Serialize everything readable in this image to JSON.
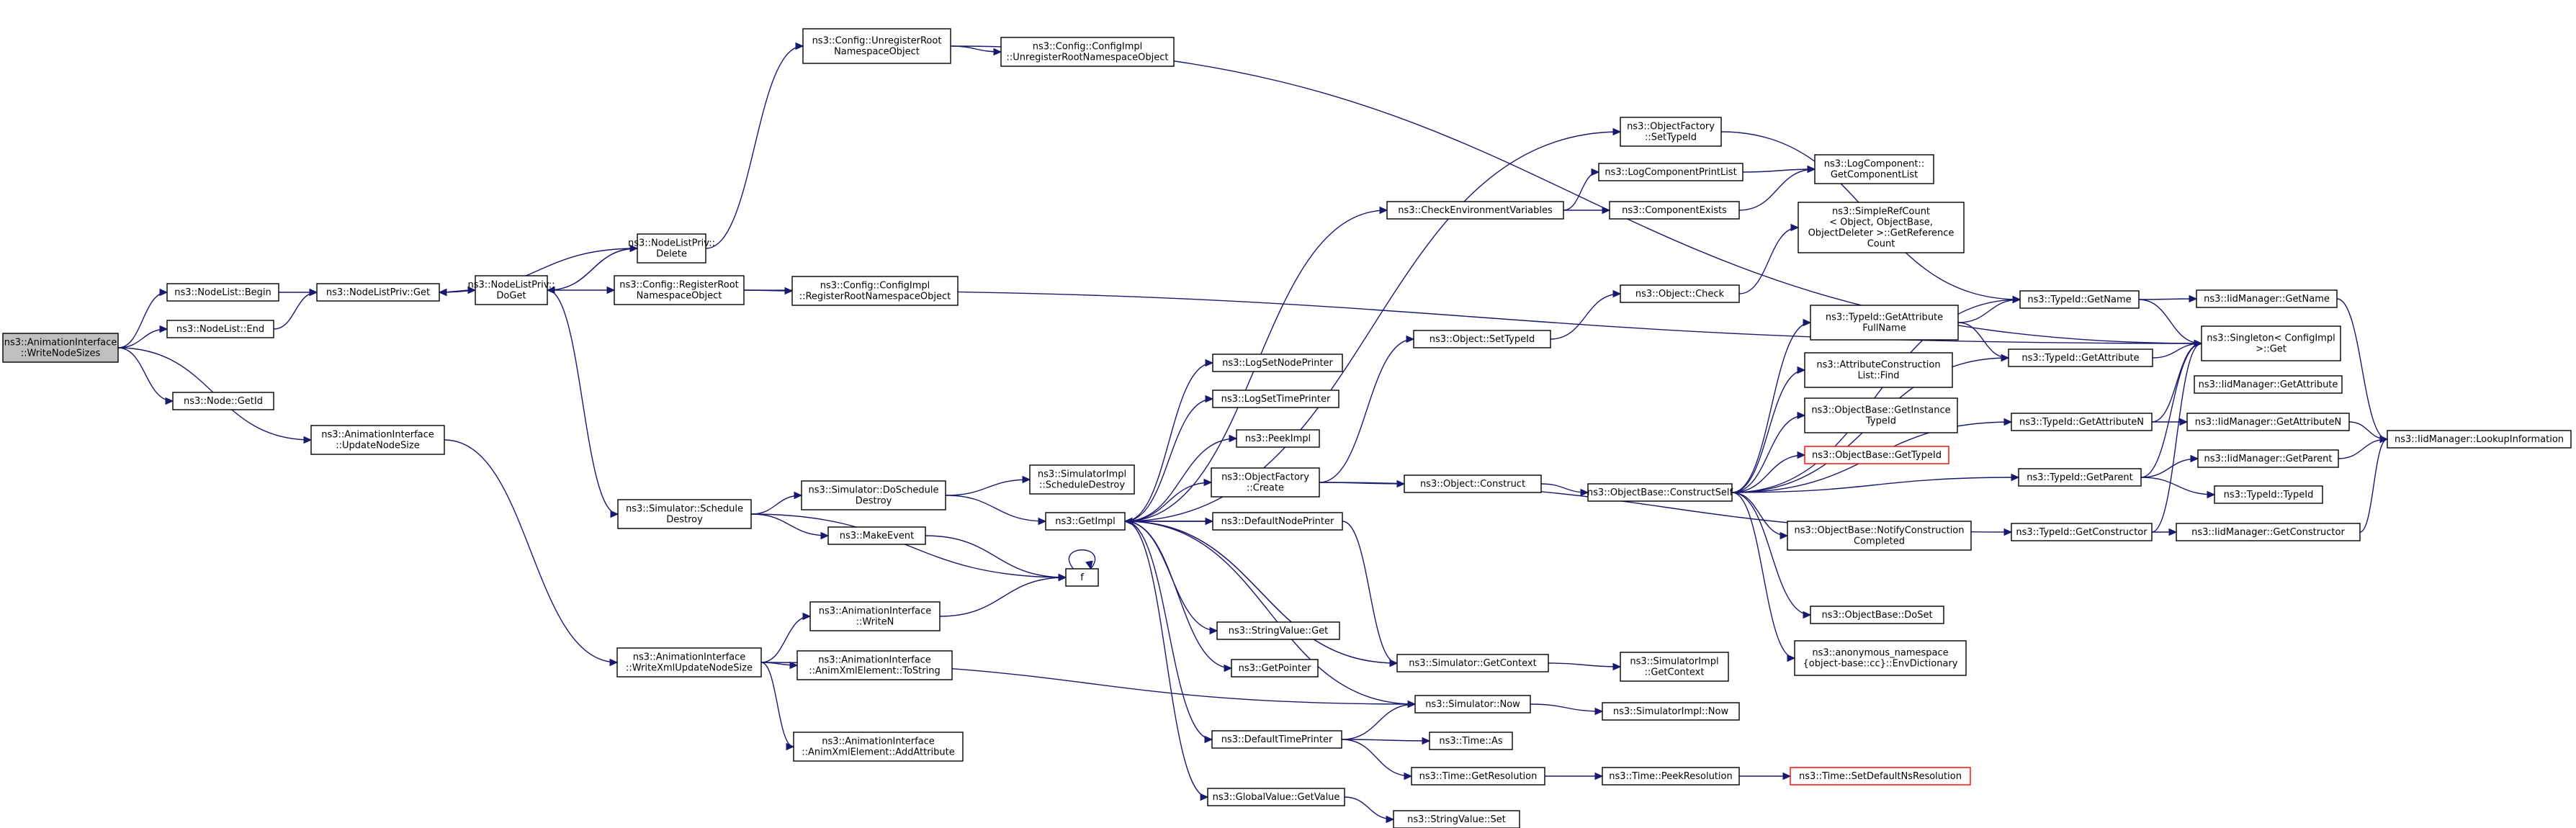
{
  "diagram": {
    "nodes": [
      {
        "id": "root",
        "lines": [
          "ns3::AnimationInterface",
          "::WriteNodeSizes"
        ],
        "style": "root"
      },
      {
        "id": "nlBegin",
        "lines": [
          "ns3::NodeList::Begin"
        ]
      },
      {
        "id": "nlEnd",
        "lines": [
          "ns3::NodeList::End"
        ]
      },
      {
        "id": "nodeGetId",
        "lines": [
          "ns3::Node::GetId"
        ]
      },
      {
        "id": "updNodeSize",
        "lines": [
          "ns3::AnimationInterface",
          "::UpdateNodeSize"
        ]
      },
      {
        "id": "nlpGet",
        "lines": [
          "ns3::NodeListPriv::Get"
        ]
      },
      {
        "id": "nlpDoGet",
        "lines": [
          "ns3::NodeListPriv::",
          "DoGet"
        ]
      },
      {
        "id": "nlpDelete",
        "lines": [
          "ns3::NodeListPriv::",
          "Delete"
        ]
      },
      {
        "id": "cfgRegRoot",
        "lines": [
          "ns3::Config::RegisterRoot",
          "NamespaceObject"
        ]
      },
      {
        "id": "cfgUnregRoot",
        "lines": [
          "ns3::Config::UnregisterRoot",
          "NamespaceObject"
        ]
      },
      {
        "id": "cfgImplUnreg",
        "lines": [
          "ns3::Config::ConfigImpl",
          "::UnregisterRootNamespaceObject"
        ]
      },
      {
        "id": "cfgImplReg",
        "lines": [
          "ns3::Config::ConfigImpl",
          "::RegisterRootNamespaceObject"
        ]
      },
      {
        "id": "simSchedDestroy",
        "lines": [
          "ns3::Simulator::Schedule",
          "Destroy"
        ]
      },
      {
        "id": "simDoSchedDestroy",
        "lines": [
          "ns3::Simulator::DoSchedule",
          "Destroy"
        ]
      },
      {
        "id": "makeEvent",
        "lines": [
          "ns3::MakeEvent"
        ]
      },
      {
        "id": "simImplSchedDestroy",
        "lines": [
          "ns3::SimulatorImpl",
          "::ScheduleDestroy"
        ]
      },
      {
        "id": "getImpl",
        "lines": [
          "ns3::GetImpl"
        ]
      },
      {
        "id": "f",
        "lines": [
          "f"
        ]
      },
      {
        "id": "writeXmlUpd",
        "lines": [
          "ns3::AnimationInterface",
          "::WriteXmlUpdateNodeSize"
        ]
      },
      {
        "id": "writeN",
        "lines": [
          "ns3::AnimationInterface",
          "::WriteN"
        ]
      },
      {
        "id": "animToString",
        "lines": [
          "ns3::AnimationInterface",
          "::AnimXmlElement::ToString"
        ]
      },
      {
        "id": "animAddAttr",
        "lines": [
          "ns3::AnimationInterface",
          "::AnimXmlElement::AddAttribute"
        ]
      },
      {
        "id": "logSetNodePrinter",
        "lines": [
          "ns3::LogSetNodePrinter"
        ]
      },
      {
        "id": "logSetTimePrinter",
        "lines": [
          "ns3::LogSetTimePrinter"
        ]
      },
      {
        "id": "peekImpl",
        "lines": [
          "ns3::PeekImpl"
        ]
      },
      {
        "id": "objFactoryCreate",
        "lines": [
          "ns3::ObjectFactory",
          "::Create"
        ]
      },
      {
        "id": "defNodePrinter",
        "lines": [
          "ns3::DefaultNodePrinter"
        ]
      },
      {
        "id": "stringValueGet",
        "lines": [
          "ns3::StringValue::Get"
        ]
      },
      {
        "id": "getPointer",
        "lines": [
          "ns3::GetPointer"
        ]
      },
      {
        "id": "defTimePrinter",
        "lines": [
          "ns3::DefaultTimePrinter"
        ]
      },
      {
        "id": "globalValueGet",
        "lines": [
          "ns3::GlobalValue::GetValue"
        ]
      },
      {
        "id": "stringValueSet",
        "lines": [
          "ns3::StringValue::Set"
        ]
      },
      {
        "id": "checkEnvVars",
        "lines": [
          "ns3::CheckEnvironmentVariables"
        ]
      },
      {
        "id": "objFactorySetTypeId",
        "lines": [
          "ns3::ObjectFactory",
          "::SetTypeId"
        ]
      },
      {
        "id": "logCompPrintList",
        "lines": [
          "ns3::LogComponentPrintList"
        ]
      },
      {
        "id": "compExists",
        "lines": [
          "ns3::ComponentExists"
        ]
      },
      {
        "id": "logCompGetList",
        "lines": [
          "ns3::LogComponent::",
          "GetComponentList"
        ]
      },
      {
        "id": "objSetTypeId",
        "lines": [
          "ns3::Object::SetTypeId"
        ]
      },
      {
        "id": "objCheck",
        "lines": [
          "ns3::Object::Check"
        ]
      },
      {
        "id": "simpleRefCount",
        "lines": [
          "ns3::SimpleRefCount",
          "< Object, ObjectBase,",
          "ObjectDeleter >::GetReference",
          "Count"
        ]
      },
      {
        "id": "objConstruct",
        "lines": [
          "ns3::Object::Construct"
        ]
      },
      {
        "id": "objBaseConstructSelf",
        "lines": [
          "ns3::ObjectBase::ConstructSelf"
        ]
      },
      {
        "id": "simGetContext",
        "lines": [
          "ns3::Simulator::GetContext"
        ]
      },
      {
        "id": "simImplGetContext",
        "lines": [
          "ns3::SimulatorImpl",
          "::GetContext"
        ]
      },
      {
        "id": "simNow",
        "lines": [
          "ns3::Simulator::Now"
        ]
      },
      {
        "id": "simImplNow",
        "lines": [
          "ns3::SimulatorImpl::Now"
        ]
      },
      {
        "id": "timeAs",
        "lines": [
          "ns3::Time::As"
        ]
      },
      {
        "id": "timeGetRes",
        "lines": [
          "ns3::Time::GetResolution"
        ]
      },
      {
        "id": "timePeekRes",
        "lines": [
          "ns3::Time::PeekResolution"
        ]
      },
      {
        "id": "timeSetDefNs",
        "lines": [
          "ns3::Time::SetDefaultNsResolution"
        ],
        "style": "red"
      },
      {
        "id": "tidGetAttrFullName",
        "lines": [
          "ns3::TypeId::GetAttribute",
          "FullName"
        ]
      },
      {
        "id": "attrConstrListFind",
        "lines": [
          "ns3::AttributeConstruction",
          "List::Find"
        ]
      },
      {
        "id": "objBaseGetInstTid",
        "lines": [
          "ns3::ObjectBase::GetInstance",
          "TypeId"
        ]
      },
      {
        "id": "objBaseGetTid",
        "lines": [
          "ns3::ObjectBase::GetTypeId"
        ],
        "style": "red"
      },
      {
        "id": "objBaseNotify",
        "lines": [
          "ns3::ObjectBase::NotifyConstruction",
          "Completed"
        ]
      },
      {
        "id": "objBaseDoSet",
        "lines": [
          "ns3::ObjectBase::DoSet"
        ]
      },
      {
        "id": "anonEnvDict",
        "lines": [
          "ns3::anonymous_namespace",
          "{object-base::cc}::EnvDictionary"
        ]
      },
      {
        "id": "tidGetName",
        "lines": [
          "ns3::TypeId::GetName"
        ]
      },
      {
        "id": "tidGetAttribute",
        "lines": [
          "ns3::TypeId::GetAttribute"
        ]
      },
      {
        "id": "tidGetAttributeN",
        "lines": [
          "ns3::TypeId::GetAttributeN"
        ]
      },
      {
        "id": "tidGetParent",
        "lines": [
          "ns3::TypeId::GetParent"
        ]
      },
      {
        "id": "tidGetConstructor",
        "lines": [
          "ns3::TypeId::GetConstructor"
        ]
      },
      {
        "id": "singletonGet",
        "lines": [
          "ns3::Singleton< ConfigImpl",
          ">::Get"
        ]
      },
      {
        "id": "iidGetName",
        "lines": [
          "ns3::IidManager::GetName"
        ]
      },
      {
        "id": "iidGetAttribute",
        "lines": [
          "ns3::IidManager::GetAttribute"
        ]
      },
      {
        "id": "iidGetAttributeN",
        "lines": [
          "ns3::IidManager::GetAttributeN"
        ]
      },
      {
        "id": "iidGetParent",
        "lines": [
          "ns3::IidManager::GetParent"
        ]
      },
      {
        "id": "tidTypeId",
        "lines": [
          "ns3::TypeId::TypeId"
        ]
      },
      {
        "id": "iidGetConstructor",
        "lines": [
          "ns3::IidManager::GetConstructor"
        ]
      },
      {
        "id": "iidLookupInfo",
        "lines": [
          "ns3::IidManager::LookupInformation"
        ]
      }
    ]
  }
}
